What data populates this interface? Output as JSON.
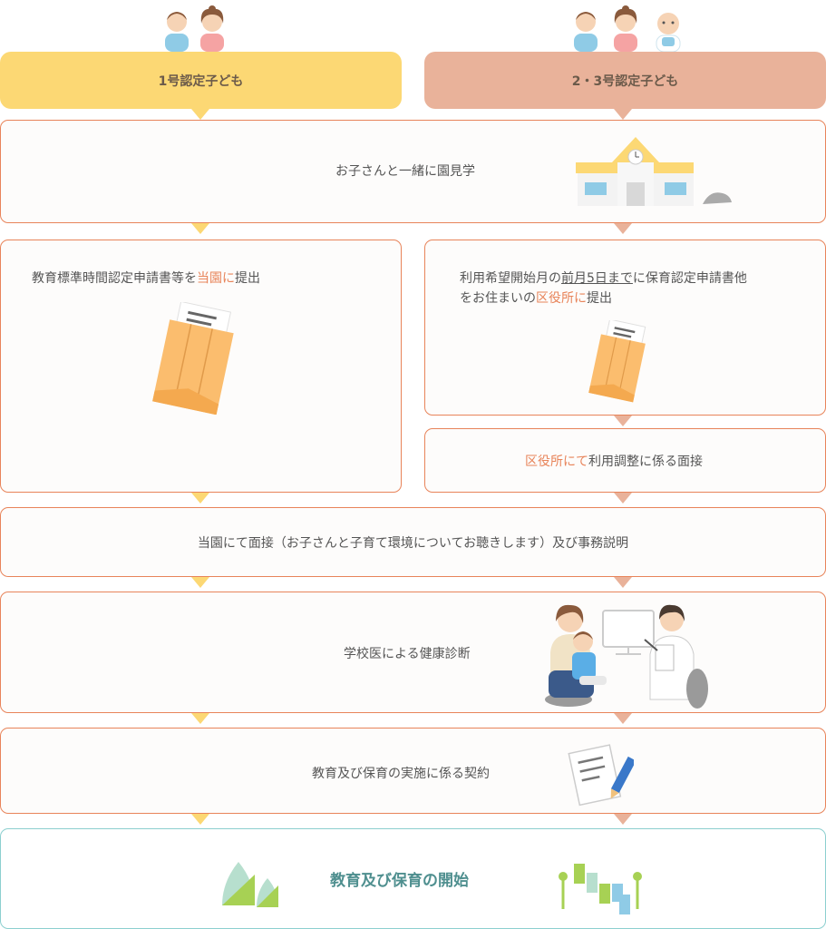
{
  "headers": {
    "left": "1号認定子ども",
    "right": "2・3号認定子ども"
  },
  "colors": {
    "left_header": "#fcd874",
    "right_header": "#e9b29a",
    "border": "#e8845a",
    "highlight": "#e8845a",
    "final_border": "#8ccfcf",
    "final_text": "#4f8f8f"
  },
  "steps": {
    "visit": "お子さんと一緒に園見学",
    "left_submit": {
      "before": "教育標準時間認定申請書等を",
      "highlight": "当園に",
      "after": "提出"
    },
    "right_submit": {
      "line1_before": "利用希望開始月の",
      "line1_underline": "前月5日まで",
      "line1_after": "に保育認定申請書他",
      "line2_before": "をお住まいの",
      "line2_highlight": "区役所に",
      "line2_after": "提出"
    },
    "right_interview": {
      "highlight": "区役所にて",
      "after": "利用調整に係る面接"
    },
    "interview": "当園にて面接（お子さんと子育て環境についてお聴きします）及び事務説明",
    "health": "学校医による健康診断",
    "contract": "教育及び保育の実施に係る契約",
    "start": "教育及び保育の開始"
  },
  "icons": [
    "children-icon",
    "school-icon",
    "envelope-icon",
    "doctor-icon",
    "document-pen-icon",
    "sprout-icon",
    "chart-icon"
  ]
}
